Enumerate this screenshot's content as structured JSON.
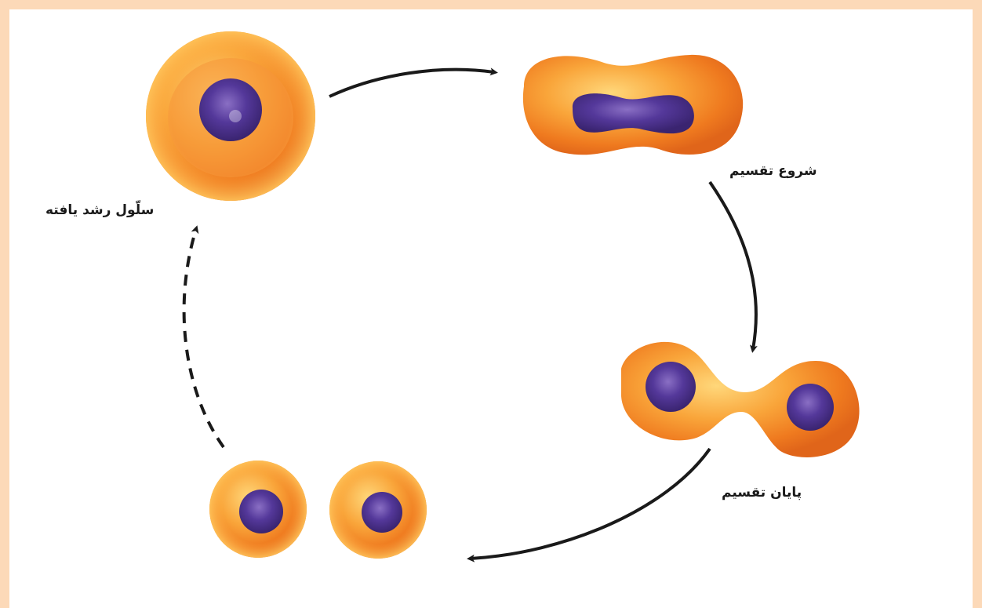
{
  "labels": {
    "mature_cell": "سلّول رشد یافته",
    "division_start": "شروع تقسیم",
    "division_end": "پایان تقسیم"
  },
  "colors": {
    "frame": "#fcd9b8",
    "cell_outer": "#f07a1c",
    "cell_inner": "#f9b23c",
    "nucleus": "#4a2f86",
    "arrow": "#1a1a1a"
  }
}
